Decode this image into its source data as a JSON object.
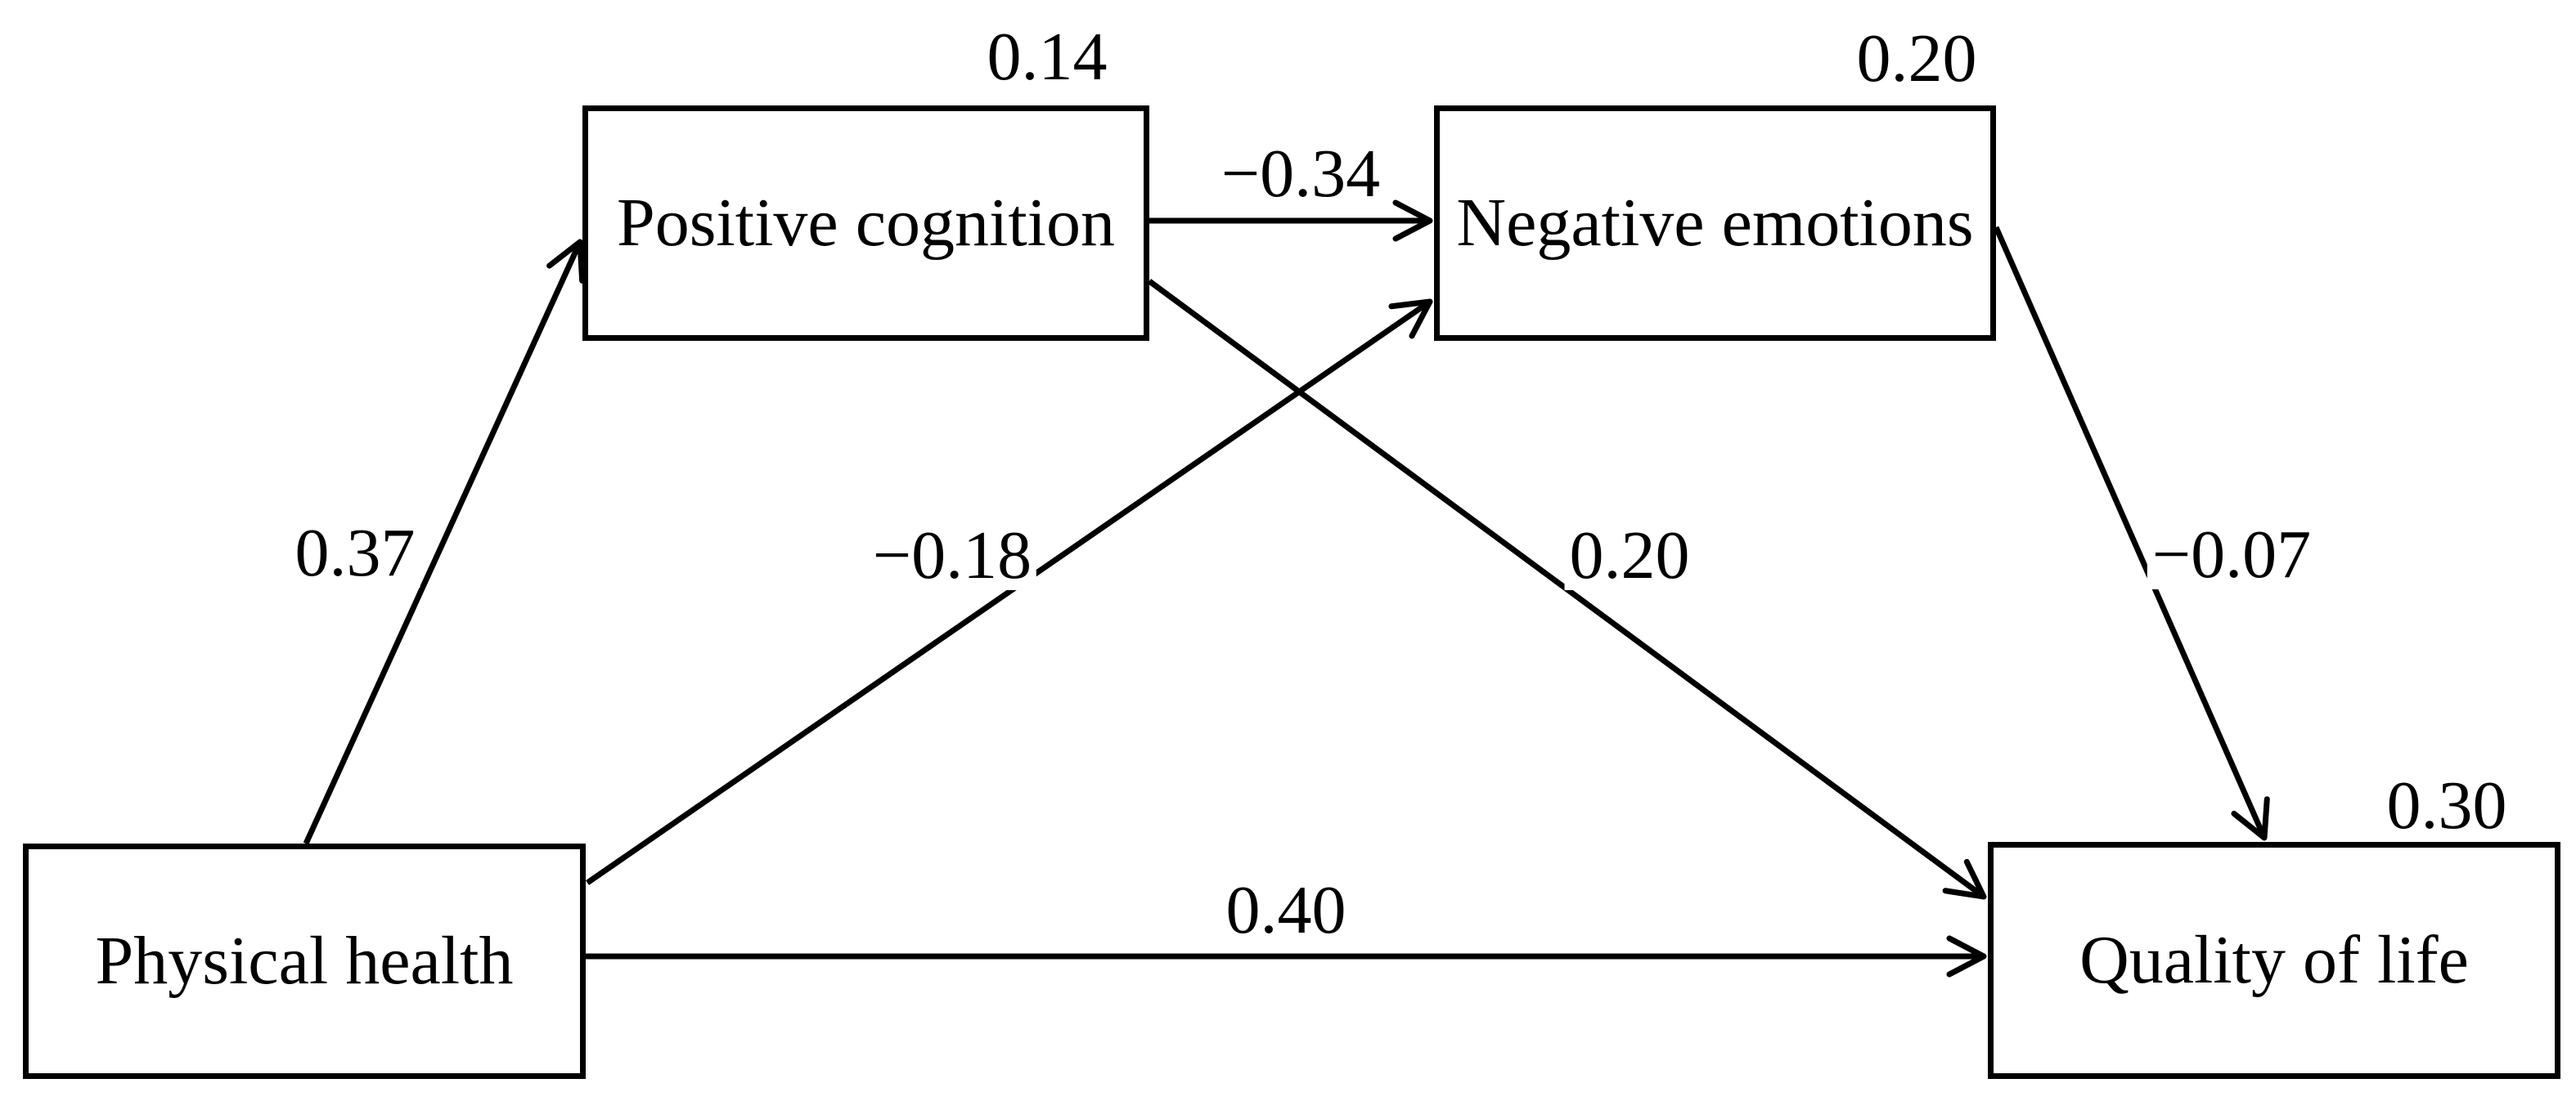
{
  "figure": {
    "type": "path-diagram",
    "background_color": "#ffffff",
    "line_color": "#000000",
    "text_color": "#000000"
  },
  "nodes": {
    "physical_health": {
      "label": "Physical health"
    },
    "positive_cognition": {
      "label": "Positive cognition",
      "r_squared": "0.14"
    },
    "negative_emotions": {
      "label": "Negative emotions",
      "r_squared": "0.20"
    },
    "quality_of_life": {
      "label": "Quality of life",
      "r_squared": "0.30"
    }
  },
  "paths": {
    "ph_to_pc": {
      "from": "Physical health",
      "to": "Positive cognition",
      "coefficient": "0.37"
    },
    "pc_to_ne": {
      "from": "Positive cognition",
      "to": "Negative emotions",
      "coefficient": "−0.34"
    },
    "ph_to_ne": {
      "from": "Physical health",
      "to": "Negative emotions",
      "coefficient": "−0.18"
    },
    "pc_to_qol": {
      "from": "Positive cognition",
      "to": "Quality of life",
      "coefficient": "0.20"
    },
    "ph_to_qol": {
      "from": "Physical health",
      "to": "Quality of life",
      "coefficient": "0.40"
    },
    "ne_to_qol": {
      "from": "Negative emotions",
      "to": "Quality of life",
      "coefficient": "−0.07"
    }
  }
}
